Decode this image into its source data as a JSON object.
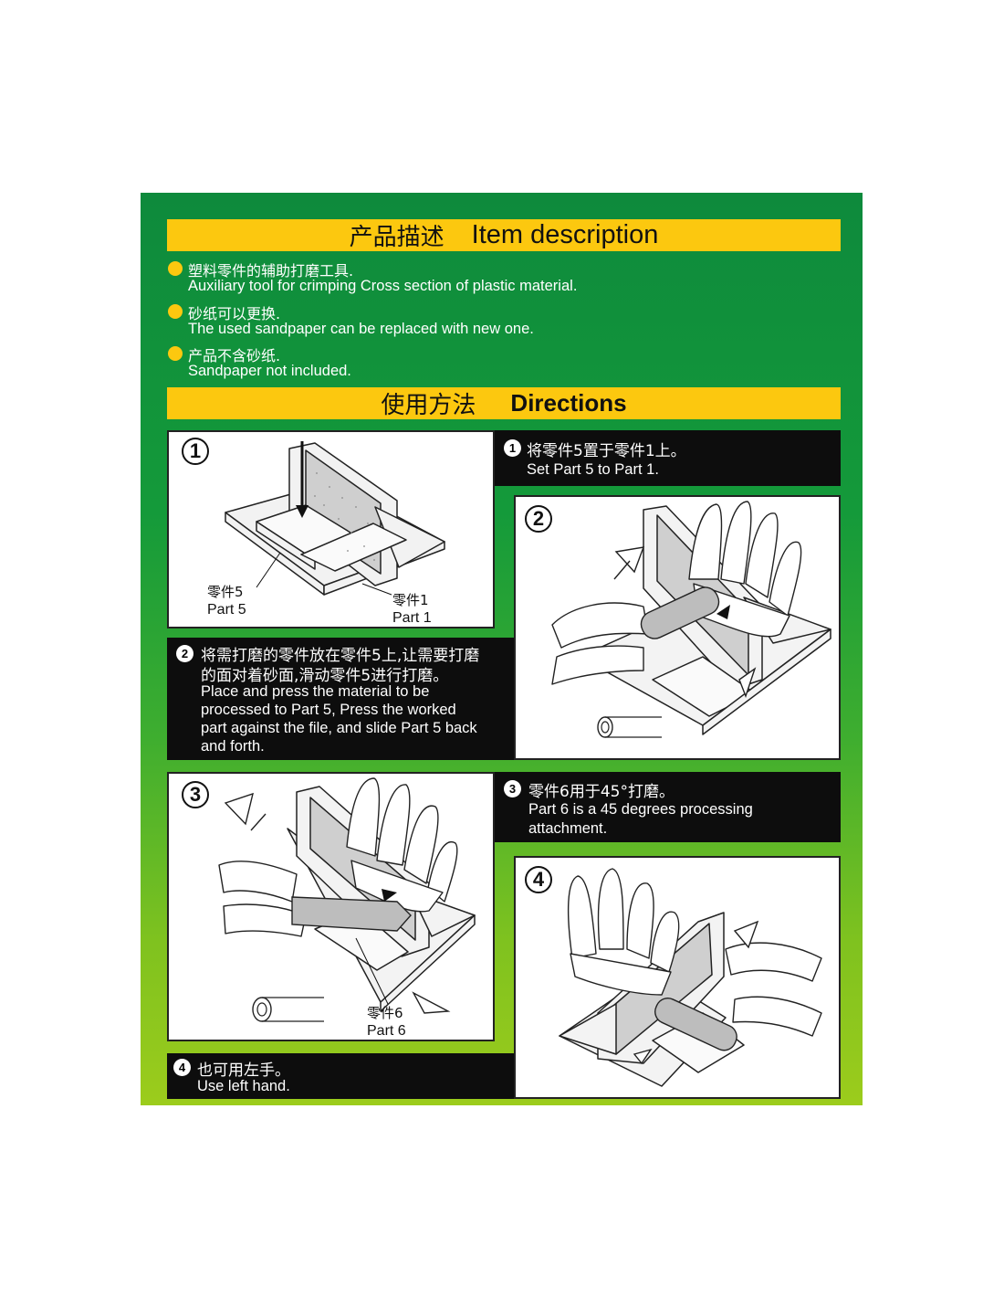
{
  "item_description": {
    "title_zh": "产品描述",
    "title_en": "Item description",
    "features": [
      {
        "zh": "塑料零件的辅助打磨工具.",
        "en": "Auxiliary tool for crimping Cross section of plastic material."
      },
      {
        "zh": "砂纸可以更换.",
        "en": "The used sandpaper can be replaced with new one."
      },
      {
        "zh": "产品不含砂纸.",
        "en": "Sandpaper not included."
      }
    ]
  },
  "directions": {
    "title_zh": "使用方法",
    "title_en": "Directions",
    "steps": [
      {
        "number": "1",
        "zh_lines": [
          "将零件5置于零件1上。"
        ],
        "en_lines": [
          "Set Part 5 to Part 1."
        ]
      },
      {
        "number": "2",
        "zh_lines": [
          "将需打磨的零件放在零件5上,让需要打磨",
          "的面对着砂面,滑动零件5进行打磨。"
        ],
        "en_lines": [
          "Place and press the material to be",
          "processed to Part 5, Press the worked",
          "part against the file, and slide Part 5 back",
          "and forth."
        ]
      },
      {
        "number": "3",
        "zh_lines": [
          "零件6用于45°打磨。"
        ],
        "en_lines": [
          "Part 6 is a 45 degrees processing",
          "attachment."
        ]
      },
      {
        "number": "4",
        "zh_lines": [
          "也可用左手。"
        ],
        "en_lines": [
          "Use left hand."
        ]
      }
    ],
    "labels": {
      "part5_zh": "零件5",
      "part5_en": "Part 5",
      "part1_zh": "零件1",
      "part1_en": "Part 1",
      "part6_zh": "零件6",
      "part6_en": "Part 6"
    }
  },
  "colors": {
    "green_top": "#0e8a3c",
    "green_bottom": "#9ccc1c",
    "yellow": "#fcc80f",
    "black": "#0d0d0d"
  }
}
